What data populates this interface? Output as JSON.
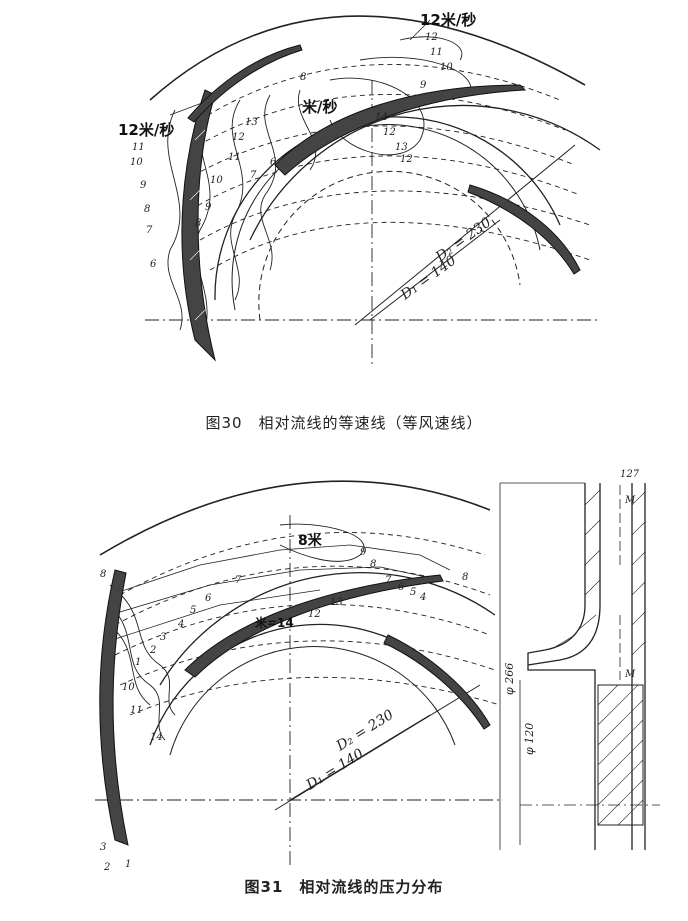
{
  "figure1": {
    "caption": "图30　相对流线的等速线（等风速线）",
    "diameter_outer": "D₂ = 230",
    "diameter_inner": "D₁ = 140",
    "speed_unit_labels": [
      "12米/秒",
      "米/秒",
      "12米/秒"
    ],
    "contour_labels": [
      "12",
      "11",
      "10",
      "9",
      "8",
      "7",
      "6",
      "13",
      "12",
      "11",
      "10",
      "9",
      "8",
      "12",
      "14",
      "13",
      "12",
      "11",
      "10",
      "9",
      "8",
      "7",
      "6"
    ]
  },
  "figure2": {
    "caption": "图31　相对流线的压力分布",
    "diameter_outer": "D₂ = 230",
    "diameter_inner": "D₁ = 140",
    "unit_labels": [
      "8米",
      "米=14"
    ],
    "contour_labels": [
      "8",
      "7",
      "6",
      "5",
      "4",
      "3",
      "2",
      "1",
      "10",
      "11",
      "12",
      "13",
      "14",
      "9",
      "8",
      "7",
      "6",
      "5",
      "4",
      "3",
      "2",
      "1",
      "8"
    ],
    "section_view": {
      "dim_top": "127",
      "dim_outer_diameter": "φ 266",
      "dim_inner_diameter": "φ 120",
      "section_marks": [
        "M",
        "M"
      ]
    }
  }
}
